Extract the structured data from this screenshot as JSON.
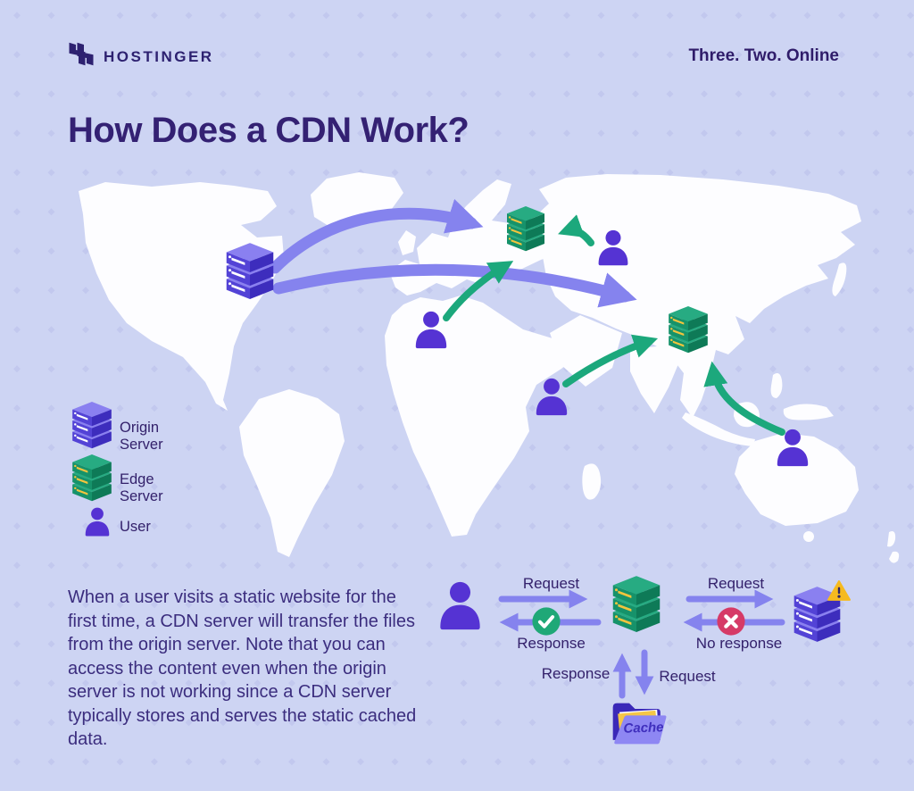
{
  "header": {
    "brand": "HOSTINGER",
    "logo_icon": "hostinger-h-icon",
    "tagline": "Three. Two. Online"
  },
  "title": "How Does a CDN Work?",
  "legend": {
    "items": [
      {
        "icon": "origin-server-icon",
        "label": "Origin Server"
      },
      {
        "icon": "edge-server-icon",
        "label": "Edge Server"
      },
      {
        "icon": "user-icon",
        "label": "User"
      }
    ]
  },
  "description": "When a user visits a static website for the first time, a CDN server will transfer the files from the origin server. Note that you can access the content even when the origin server is not working since a CDN server typically stores and serves the static cached data.",
  "flow": {
    "user_to_edge": {
      "request": "Request",
      "response": "Response"
    },
    "edge_to_origin": {
      "request": "Request",
      "response": "No response"
    },
    "edge_to_cache": {
      "response": "Response",
      "request": "Request"
    },
    "cache_label": "Cache"
  },
  "colors": {
    "background": "#cdd4f3",
    "dot_pattern": "#c2c8ee",
    "map_land": "#fdfdff",
    "brand_dark_purple": "#2f1c6a",
    "body_text_purple": "#3b2d7e",
    "arrow_purple": "#8583ee",
    "arrow_green": "#1ca87c",
    "user_purple": "#5533d3",
    "origin_server_purple": "#5343d6",
    "edge_server_green": "#16926a",
    "server_stripe_gold": "#f3c43d",
    "check_green": "#1fa877",
    "cross_red": "#d63a67",
    "warning_yellow": "#f6ba1f",
    "folder_light_purple": "#8e87f3",
    "folder_dark_purple": "#3a28b8",
    "paper_yellow": "#f5c646"
  }
}
